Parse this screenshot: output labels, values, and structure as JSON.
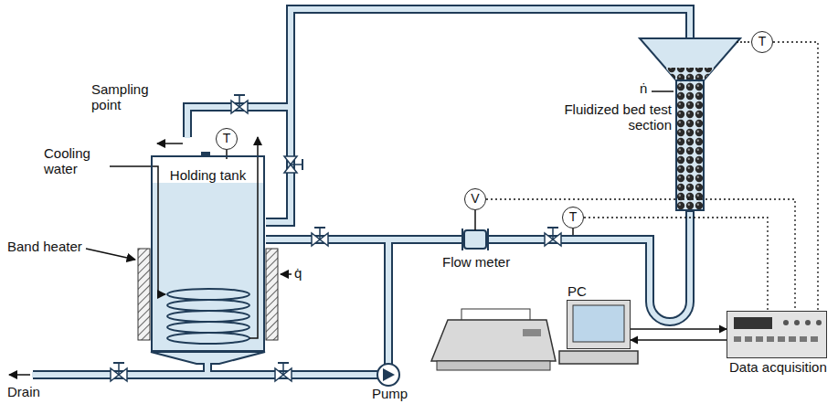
{
  "diagram": {
    "nodes": [
      {
        "text": [
          "Holding tank"
        ]
      },
      {
        "text": [
          "T"
        ]
      },
      {
        "text": [
          "T"
        ]
      },
      {
        "text": [
          "T"
        ]
      },
      {
        "text": [
          "V"
        ]
      },
      {
        "text": [
          "Data acquisition"
        ]
      },
      {
        "text": [
          "PC"
        ]
      }
    ],
    "edges": [
      {
        "from": 2,
        "to": 5,
        "arrow": "none"
      },
      {
        "from": 3,
        "to": 5,
        "arrow": "none"
      },
      {
        "from": 4,
        "to": 5,
        "arrow": "none"
      },
      {
        "from": 6,
        "to": 5,
        "arrow": "to"
      },
      {
        "from": 5,
        "to": 6,
        "arrow": "to"
      }
    ],
    "labels": [
      "Sampling point",
      "Cooling water",
      "Band heater",
      "q̇",
      "Fluidized bed test section",
      "ṅ",
      "Flow meter",
      "Pump",
      "Drain"
    ]
  }
}
